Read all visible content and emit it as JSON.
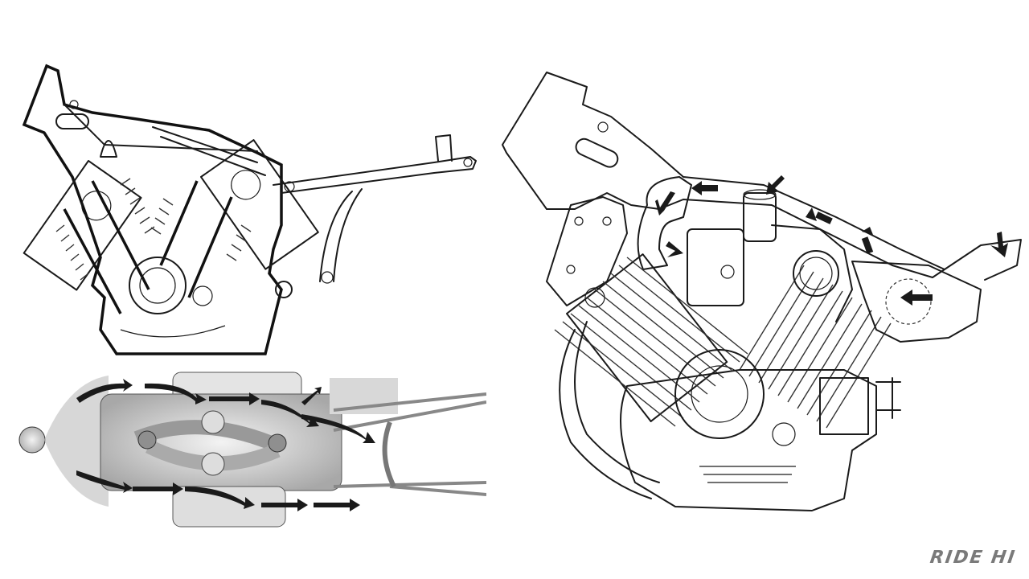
{
  "figures": [
    {
      "id": "frame-side",
      "description": "Side view line drawing of motorcycle frame with V-twin engine cylinders"
    },
    {
      "id": "engine-top",
      "description": "Top view shaded drawing of V-twin engine with airflow arrows"
    },
    {
      "id": "engine-side",
      "description": "Side view line drawing of V-twin engine with intake airflow arrows"
    }
  ],
  "watermark": {
    "text": "RIDE HI",
    "color": "#7a7a7a"
  },
  "colors": {
    "background": "#ffffff",
    "line": "#1a1a1a"
  }
}
